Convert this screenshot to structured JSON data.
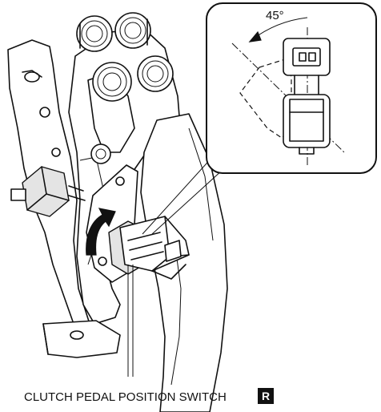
{
  "diagram": {
    "angle_label": "45°",
    "component_label": "CLUTCH PEDAL POSITION SWITCH",
    "badge_letter": "R",
    "colors": {
      "ink": "#111111",
      "paper": "#ffffff",
      "shade": "#e4e4e4"
    },
    "icons": [
      "rotation-arrow-icon"
    ]
  }
}
